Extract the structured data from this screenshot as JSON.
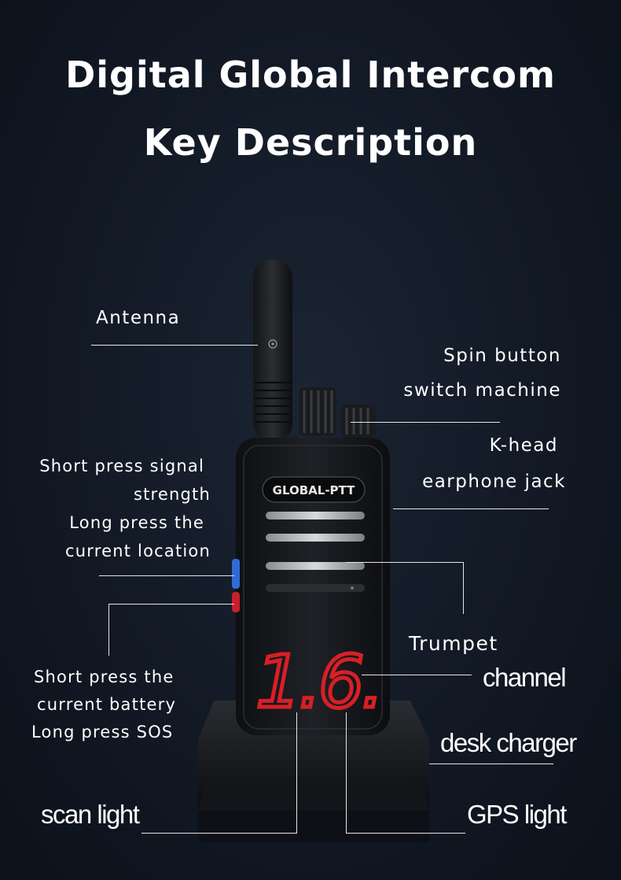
{
  "title": {
    "line1": "Digital Global Intercom",
    "line2": "Key Description"
  },
  "device": {
    "brand": "GLOBAL-PTT",
    "display_digits": "1.6."
  },
  "labels": {
    "antenna": "Antenna",
    "spin_button_line1": "Spin button",
    "spin_button_line2": "switch machine",
    "khead_line1": "K-head",
    "khead_line2": "earphone jack",
    "side_top_line1": "Short press signal",
    "side_top_line2": "strength",
    "side_top_line3": "Long press the",
    "side_top_line4": "current location",
    "trumpet": "Trumpet",
    "channel": "channel",
    "side_bottom_line1": "Short press the",
    "side_bottom_line2": "current battery",
    "side_bottom_line3": "Long press SOS",
    "desk_charger": "desk charger",
    "scan_light": "scan light",
    "gps_light": "GPS light"
  },
  "colors": {
    "background": "#121925",
    "text": "#ffffff",
    "display_red": "#d81f26",
    "side_button_blue": "#2f6bd8",
    "side_button_red": "#c8202a"
  }
}
